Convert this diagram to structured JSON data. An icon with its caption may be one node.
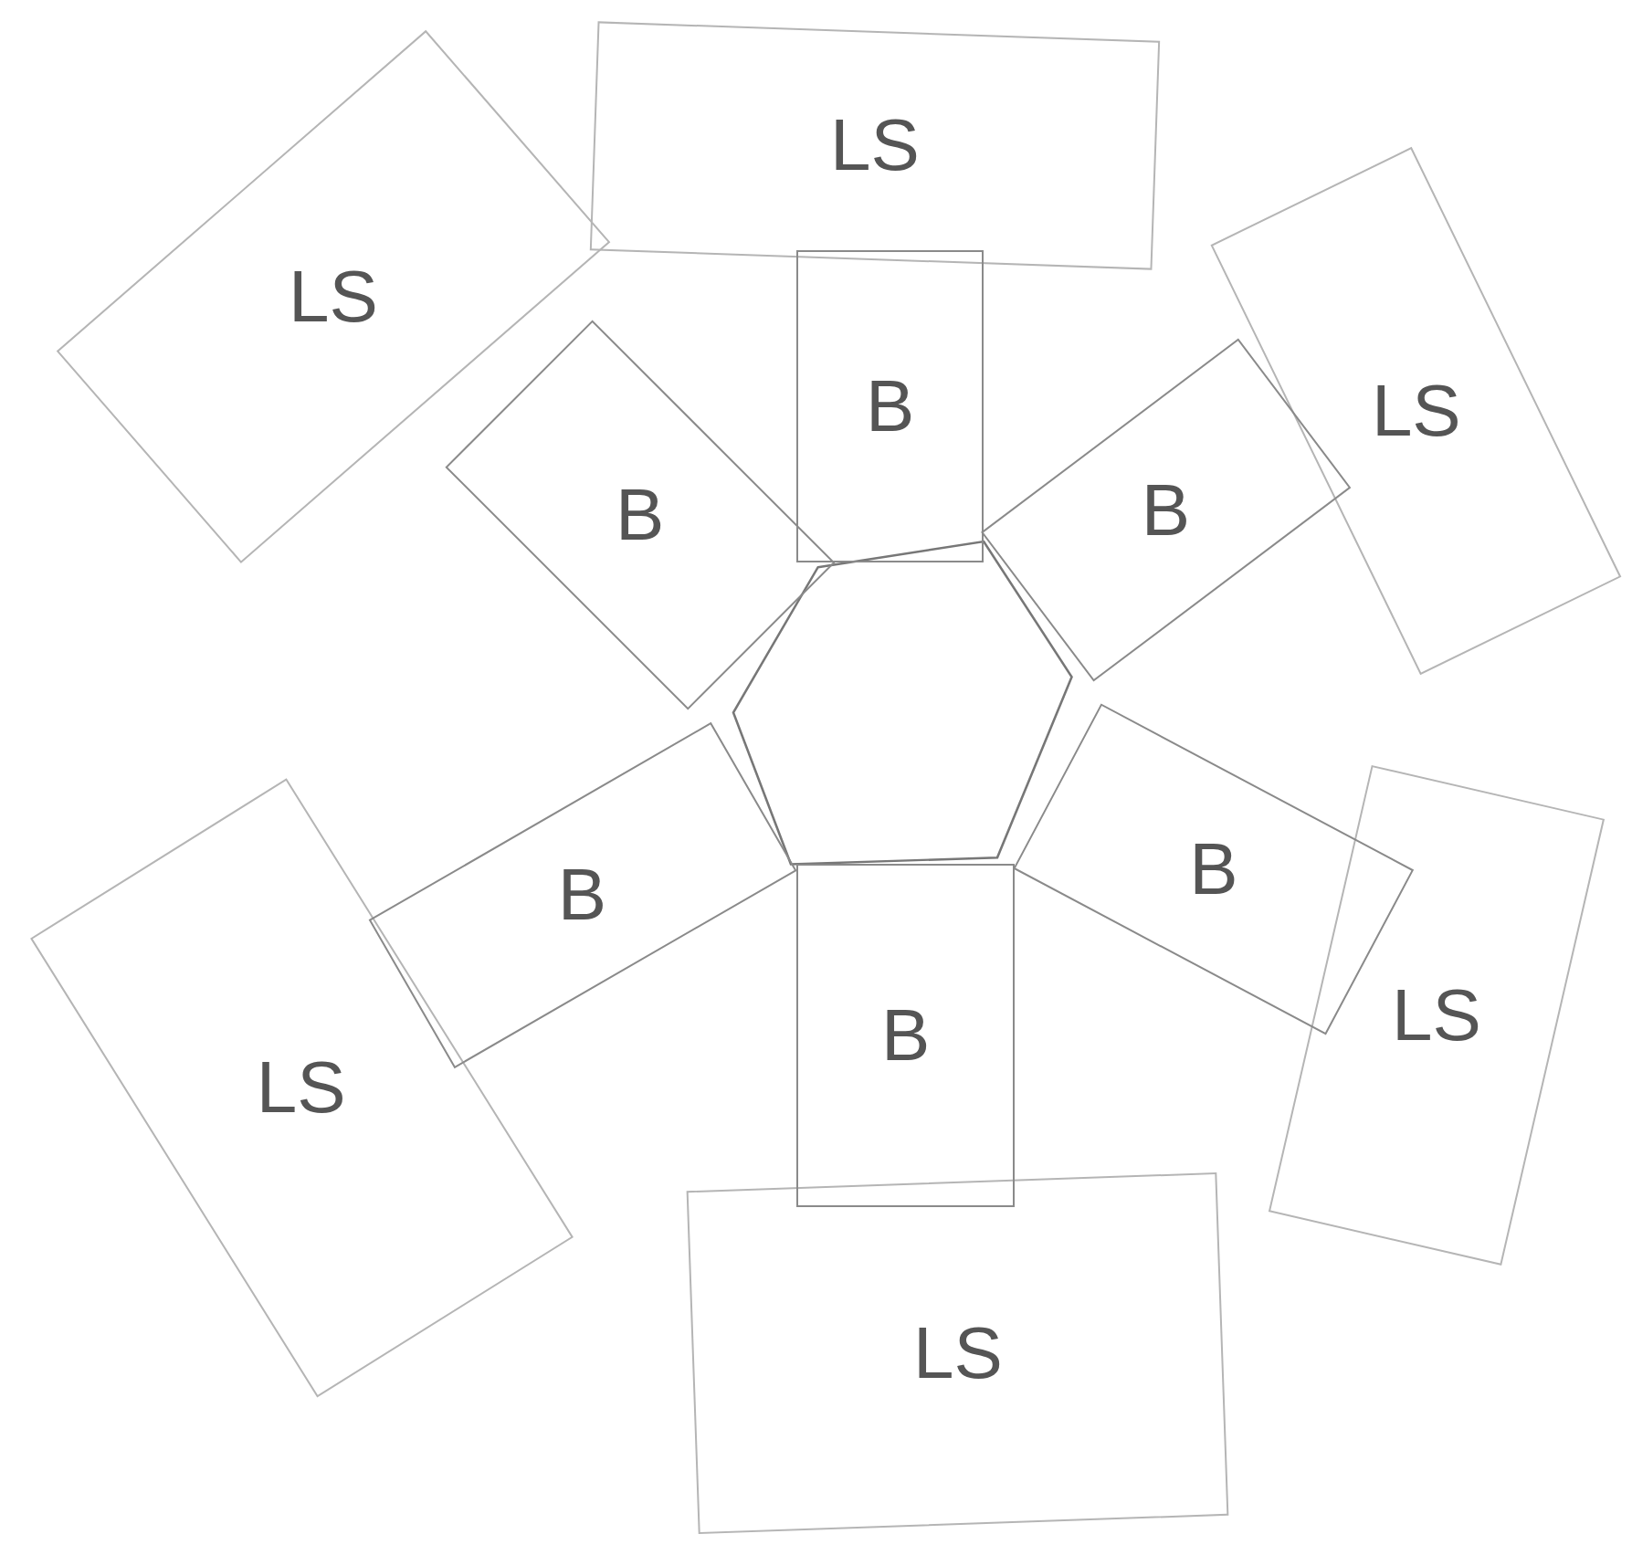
{
  "diagram": {
    "nodes": [
      {
        "text": [],
        "shape": "hexagon"
      },
      {
        "text": [
          "LS"
        ]
      },
      {
        "text": [
          "LS"
        ]
      },
      {
        "text": [
          "B"
        ]
      },
      {
        "text": [
          "B"
        ]
      },
      {
        "text": [
          "LS"
        ]
      },
      {
        "text": [
          "B"
        ]
      },
      {
        "text": [
          "B"
        ]
      },
      {
        "text": [
          "LS"
        ]
      },
      {
        "text": [
          "B"
        ]
      },
      {
        "text": [
          "LS"
        ]
      },
      {
        "text": [
          "B"
        ]
      },
      {
        "text": [
          "LS"
        ]
      }
    ]
  }
}
